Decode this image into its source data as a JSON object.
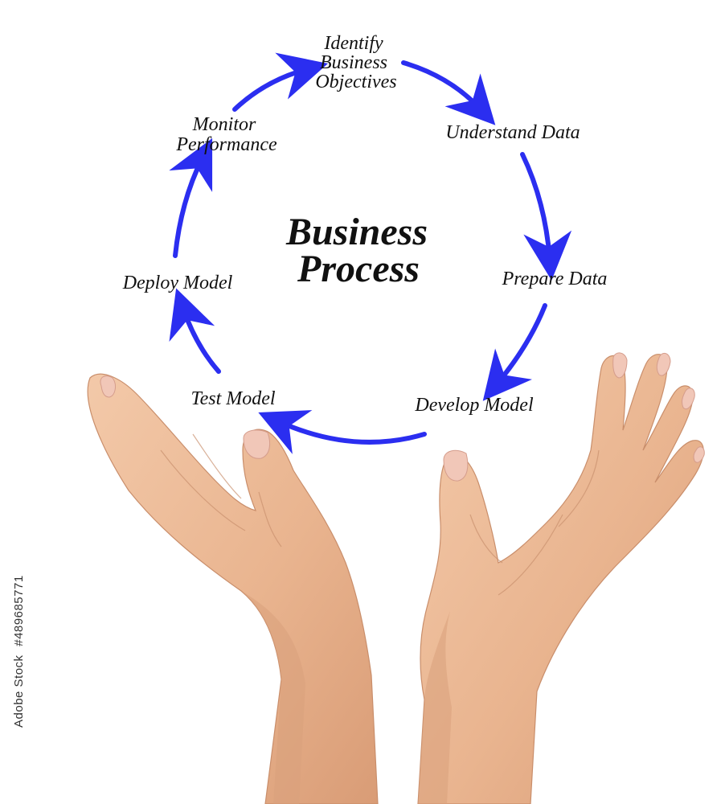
{
  "diagram": {
    "title_lines": [
      "Business",
      "Process"
    ],
    "arrow_color": "#2b2ef0",
    "steps": [
      {
        "lines": [
          "Identify",
          "Business",
          "Objectives"
        ]
      },
      {
        "lines": [
          "Understand Data"
        ]
      },
      {
        "lines": [
          "Prepare Data"
        ]
      },
      {
        "lines": [
          "Develop Model"
        ]
      },
      {
        "lines": [
          "Test Model"
        ]
      },
      {
        "lines": [
          "Deploy Model"
        ]
      },
      {
        "lines": [
          "Monitor",
          "Performance"
        ]
      }
    ]
  },
  "watermark": {
    "provider": "Adobe Stock",
    "id": "#489685771"
  },
  "photo": {
    "subject": "two raised open hands"
  }
}
